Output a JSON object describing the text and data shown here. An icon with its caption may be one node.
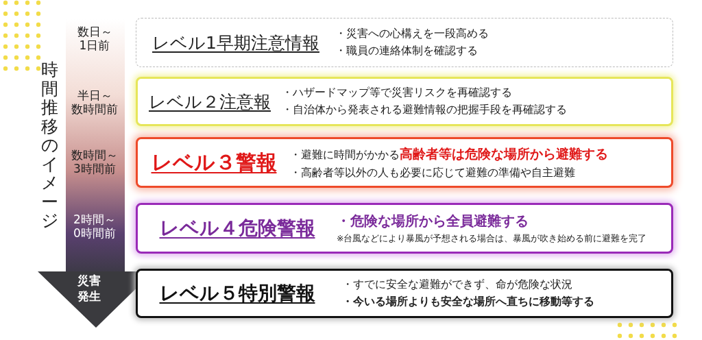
{
  "diagram": {
    "nodes": [
      {
        "text": [
          "レベル1早期注意情報",
          "・災害への心構えを一段高める",
          "・職員の連絡体制を確認する"
        ]
      },
      {
        "text": [
          "レベル２注意報",
          "・ハザードマップ等で災害リスクを再確認する",
          "・自治体から発表される避難情報の把握手段を再確認する"
        ]
      },
      {
        "text": [
          "レベル３警報",
          "・避難に時間がかかる**高齢者等は危険な場所から避難する**",
          "・高齢者等以外の人も必要に応じて避難の準備や自主避難"
        ]
      },
      {
        "text": [
          "レベル４危険警報",
          "・危険な場所から全員避難する",
          "※台風などにより暴風が予想される場合は、暴風が吹き始める前に避難を完了"
        ]
      },
      {
        "text": [
          "レベル５特別警報",
          "・すでに安全な避難ができず、命が危険な状況",
          "・今いる場所よりも安全な場所へ直ちに移動等する"
        ]
      }
    ],
    "labels": [
      "時間推移のイメージ",
      "数日～1日前",
      "半日～数時間前",
      "数時間～3時間前",
      "2時間～0時間前",
      "災害発生"
    ]
  }
}
